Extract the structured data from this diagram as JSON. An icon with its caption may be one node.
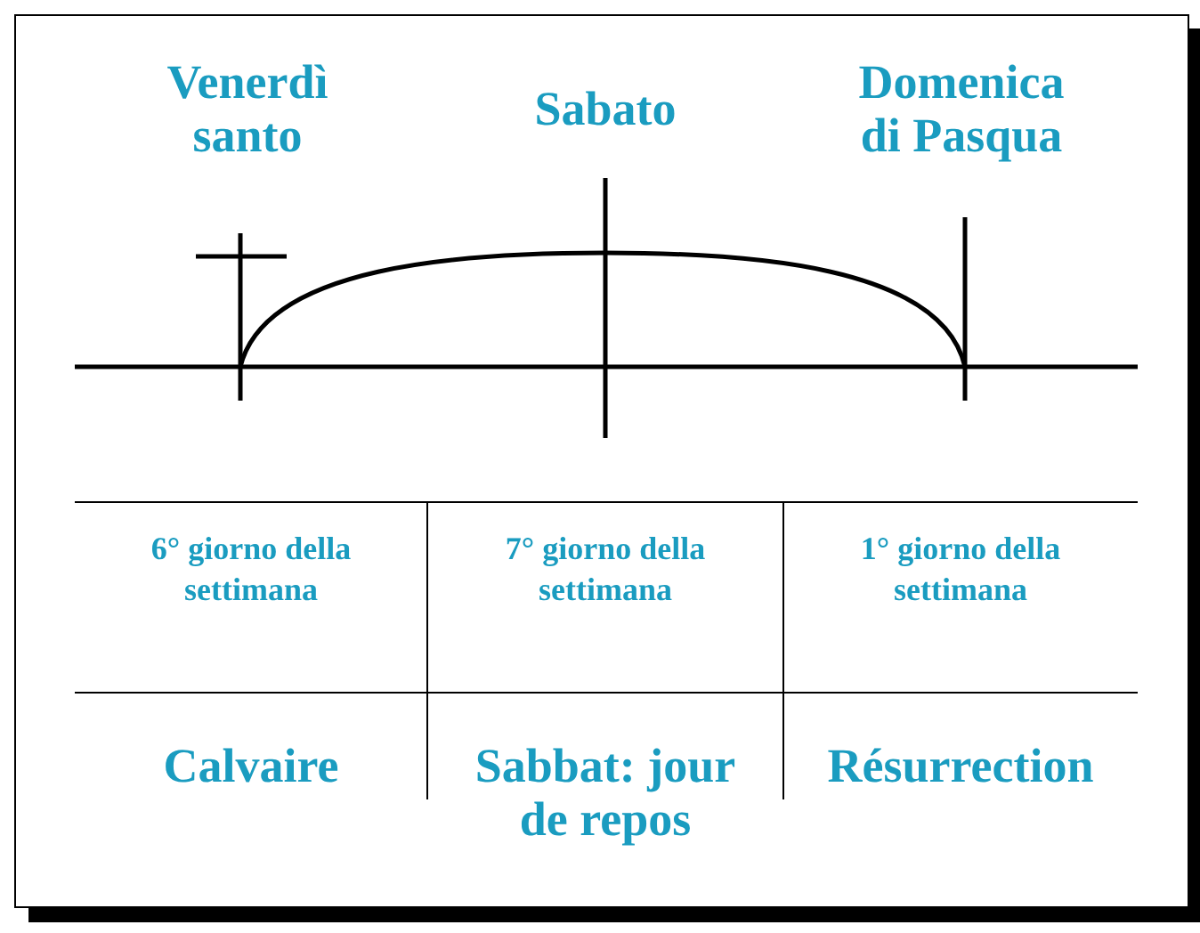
{
  "diagram": {
    "labels": [
      "Venerdì santo",
      "Sabato",
      "Domenica di Pasqua",
      "6° giorno della settimana",
      "7° giorno della settimana",
      "1° giorno della settimana",
      "Calvaire",
      "Sabbat: jour de repos",
      "Résurrection"
    ]
  }
}
